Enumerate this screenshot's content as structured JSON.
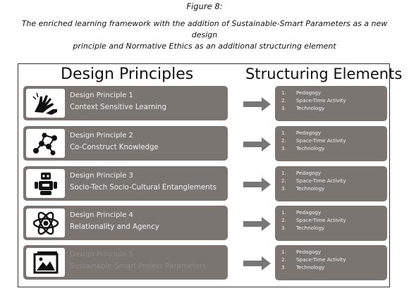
{
  "caption": {
    "figure_label": "Figure 8:",
    "line1": "The enriched learning framework with the addition of Sustainable-Smart Parameters as a new design",
    "line2": "principle and Normative Ethics as an additional structuring element"
  },
  "headers": {
    "design_principles": "Design Principles",
    "structuring_elements": "Structuring Elements"
  },
  "principles": [
    {
      "title": "Design Principle 1",
      "subtitle": "Context Sensitive Learning",
      "icon": "hands-icon",
      "faded": false
    },
    {
      "title": "Design Principle 2",
      "subtitle": "Co-Construct Knowledge",
      "icon": "network-icon",
      "faded": false
    },
    {
      "title": "Design Principle 3",
      "subtitle": "Socio-Tech Socio-Cultural Entanglements",
      "icon": "robot-icon",
      "faded": false
    },
    {
      "title": "Design Principle 4",
      "subtitle": "Relationality and Agency",
      "icon": "atom-icon",
      "faded": false
    },
    {
      "title": "Design Principle 5",
      "subtitle": "Sustainable-Smart Project Parameters",
      "icon": "image-icon",
      "faded": true
    }
  ],
  "structuring_items": [
    {
      "n": "1.",
      "label": "Pedagogy"
    },
    {
      "n": "2.",
      "label": "Space-Time Activity"
    },
    {
      "n": "3.",
      "label": "Technology"
    }
  ],
  "colors": {
    "box": "#7a7571",
    "arrow": "#777777",
    "text": "#f2f2f2"
  }
}
